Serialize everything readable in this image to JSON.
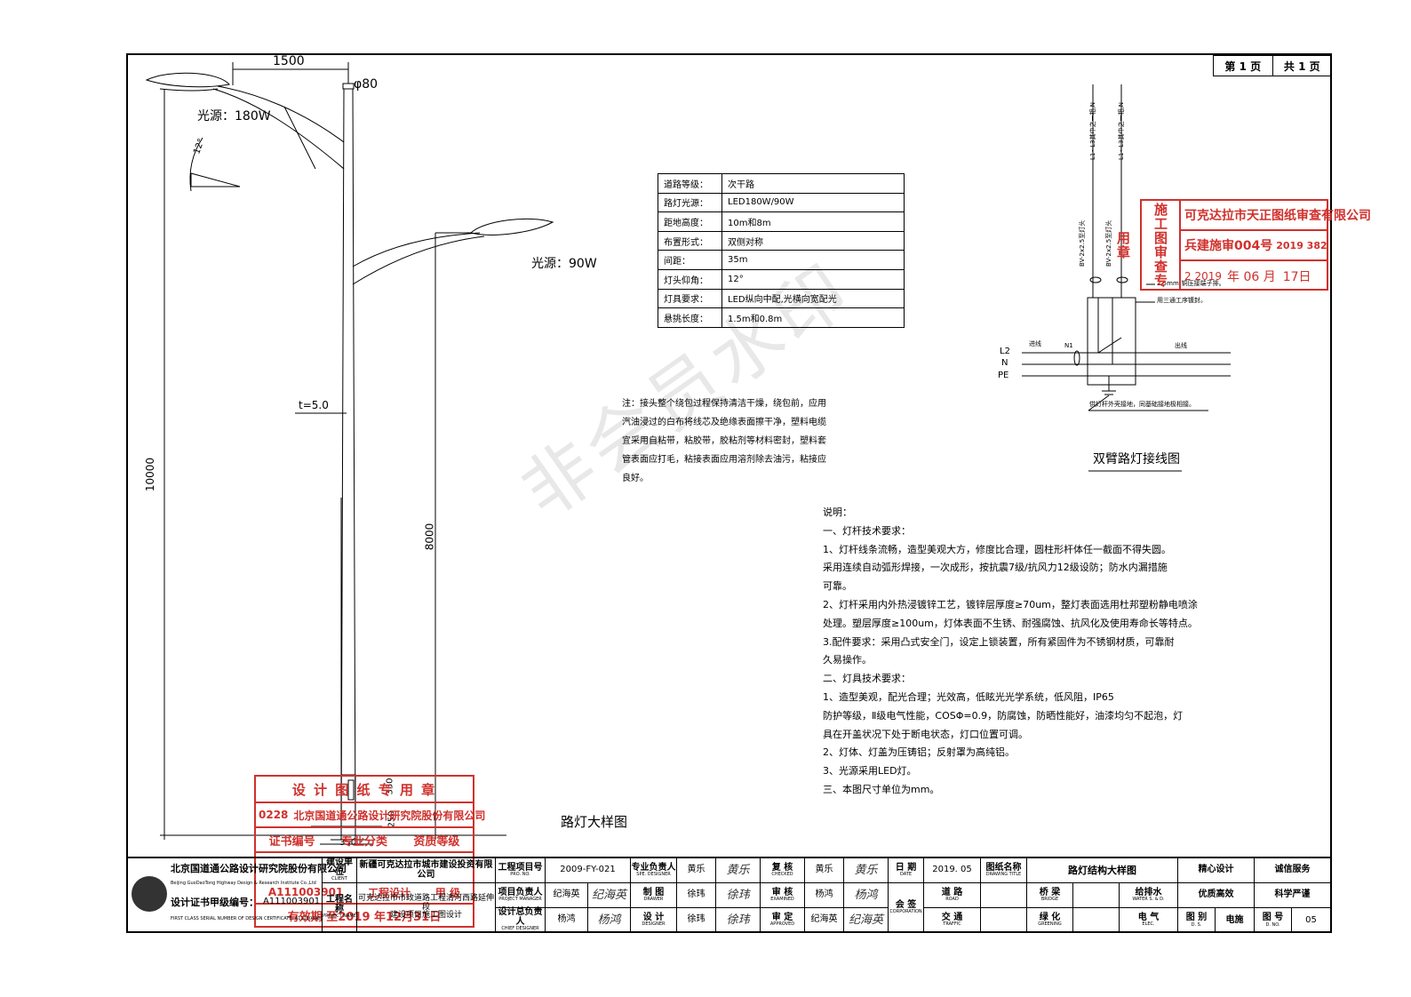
{
  "page": {
    "current": "第 1 页",
    "total": "共 1 页"
  },
  "lamp_drawing": {
    "dim_arm_span": "1500",
    "dim_pole_top": "φ80",
    "label_light_high": "光源：180W",
    "label_light_low": "光源：90W",
    "angle": "12°",
    "thickness": "t=5.0",
    "height_total": "10000",
    "height_low": "8000",
    "dim_base_a": "350",
    "dim_base_b": "250",
    "dim_base_c": "350",
    "title": "路灯大样图"
  },
  "param_table": [
    {
      "k": "道路等级：",
      "v": "次干路"
    },
    {
      "k": "路灯光源：",
      "v": "LED180W/90W"
    },
    {
      "k": "距地高度：",
      "v": "10m和8m"
    },
    {
      "k": "布置形式：",
      "v": "双侧对称"
    },
    {
      "k": "间距：",
      "v": "35m"
    },
    {
      "k": "灯头仰角：",
      "v": "12°"
    },
    {
      "k": "灯具要求：",
      "v": "LED纵向中配,光横向宽配光"
    },
    {
      "k": "悬挑长度：",
      "v": "1.5m和0.8m"
    }
  ],
  "note": "注：接头整个绕包过程保持清洁干燥，绕包前，应用汽油浸过的白布将线芯及绝缘表面擦干净，塑料电缆宜采用自粘带，粘胶带，胶粘剂等材料密封，塑料套管表面应打毛，粘接表面应用溶剂除去油污，粘接应良好。",
  "wiring": {
    "top_label_1": "L1~L3其中之一相,N",
    "top_label_2": "L1~L3其中之一相,N",
    "cable_1": "BV-2x2.5至灯头",
    "cable_2": "BV-2x2.5至灯头",
    "note_terminal": "2.5mm²铜压接端子排。",
    "note_seal": "用三通工序镀封。",
    "in_line": "进线",
    "out_line": "出线",
    "n1": "N1",
    "l2": "L2",
    "n": "N",
    "pe": "PE",
    "ground_note": "供灯杆外壳接地，同基础接地极相接。",
    "title": "双臂路灯接线图"
  },
  "desc": {
    "title": "说明：",
    "lines": [
      "一、灯杆技术要求：",
      "1、灯杆线条流畅，造型美观大方，修度比合理，圆柱形杆体任一截面不得失圆。",
      "采用连续自动弧形焊接，一次成形，按抗震7级/抗风力12级设防；防水内漏措施",
      "可靠。",
      "2、灯杆采用内外热浸镀锌工艺，镀锌层厚度≥70um，整灯表面选用杜邦塑粉静电喷涂",
      "处理。塑层厚度≥100um，灯体表面不生锈、耐强腐蚀、抗风化及使用寿命长等特点。",
      "3.配件要求：采用凸式安全门，设定上锁装置，所有紧固件为不锈钢材质，可靠耐",
      "久易操作。",
      "二、灯具技术要求：",
      "1、造型美观，配光合理；光效高，低眩光光学系统，低风阻，IP65",
      "防护等级，Ⅱ级电气性能，COSΦ=0.9，防腐蚀，防晒性能好，油漆均匀不起泡，灯",
      "具在开盖状况下处于断电状态，灯口位置可调。",
      "2、灯体、灯盖为压铸铝；反射罩为高纯铝。",
      "3、光源采用LED灯。",
      "三、本图尺寸单位为mm。"
    ]
  },
  "watermark": "非会员水印",
  "stamp_review": {
    "side": "施工图审查专用章",
    "company": "可克达拉市天正图纸审查有限公司",
    "cert": "兵建施审004号",
    "cert_no": "2019 382",
    "date_prefix": "2 2019",
    "date_mid": "年 06 月",
    "date_day": "17日"
  },
  "stamp_design": {
    "title": "设 计 图 纸 专 用 章",
    "org_code": "0228",
    "org_name": "北京国道通公路设计研究院股份有限公司",
    "h1": "证书编号",
    "h2": "专业分类",
    "h3": "资质等级",
    "v1": "A111003901",
    "v2": "工程设计",
    "v3": "甲 级",
    "valid": "有效期 至2019 年12月31日"
  },
  "titleblock": {
    "company_cn": "北京国道通公路设计研究院股份有限公司",
    "company_en": "Beijing GuoDaoTong Highway Design & Research Institute Co.,Ltd",
    "cert_label": "设计证书甲级编号：",
    "cert_no": "A111003901",
    "cert_en": "FIRST CLASS SERIAL NUMBER OF DESIGN CERTIFICATE: A111003901",
    "client_label": "建设单位",
    "client_en": "CLIENT",
    "client": "新疆可克达拉市城市建设投资有限公司",
    "project_label": "工程名称",
    "project_en": "PROJECT NAME",
    "project": "可克达拉市市政道路工程清河西路延伸段",
    "project_sub": "建设项目施工图设计",
    "proj_no_label": "工程项目号",
    "proj_no_en": "PRO. NO.",
    "proj_no": "2009-FY-021",
    "proj_mgr_label": "项目负责人",
    "proj_mgr_en": "PROJECT MANAGER",
    "proj_mgr": "纪海英",
    "chief_label": "设计总负责人",
    "chief_en": "CHIEF DESIGNER",
    "chief": "杨鸿",
    "spe_label": "专业负责人",
    "spe_en": "SPE. DESIGNER",
    "spe": "黄乐",
    "drawer_label": "制 图",
    "drawer_en": "DRAWER",
    "drawer": "徐玮",
    "designer_label": "设 计",
    "designer_en": "DESIGNER",
    "designer": "徐玮",
    "checked_label": "复 核",
    "checked_en": "CHECKED",
    "checked": "黄乐",
    "examined_label": "审 核",
    "examined_en": "EXAMINED",
    "examined": "杨鸿",
    "approved_label": "审 定",
    "approved_en": "APPROVED",
    "approved": "纪海英",
    "date_label": "日 期",
    "date_en": "DATE",
    "date": "2019. 05",
    "cosign_label": "会 签",
    "cosign_en": "CORPORATION",
    "drawing_title_label": "图纸名称",
    "drawing_title_en": "DRAWING TITLE",
    "drawing_title": "路灯结构大样图",
    "road": "道 路",
    "road_en": "ROAD",
    "bridge": "桥 梁",
    "bridge_en": "BRIDGE",
    "water": "给排水",
    "water_en": "WATER S. & D.",
    "traffic": "交 通",
    "traffic_en": "TRAFFIC",
    "green": "绿 化",
    "green_en": "GREENING",
    "elec": "电 气",
    "elec_en": "ELEC.",
    "motto1": "精心设计",
    "motto2": "诚信服务",
    "motto3": "优质高效",
    "motto4": "科学严谨",
    "dept_label": "图 别",
    "dept_en": "D. S.",
    "dept": "电施",
    "no_label": "图 号",
    "no_en": "D. NO.",
    "no": "05",
    "sig_spe": "黄乐",
    "sig_drawer": "徐玮",
    "sig_designer": "徐玮",
    "sig_checked": "黄乐",
    "sig_examined": "杨鸿",
    "sig_approved": "纪海英",
    "sig_mgr": "纪海英",
    "sig_chief": "杨鸿"
  }
}
